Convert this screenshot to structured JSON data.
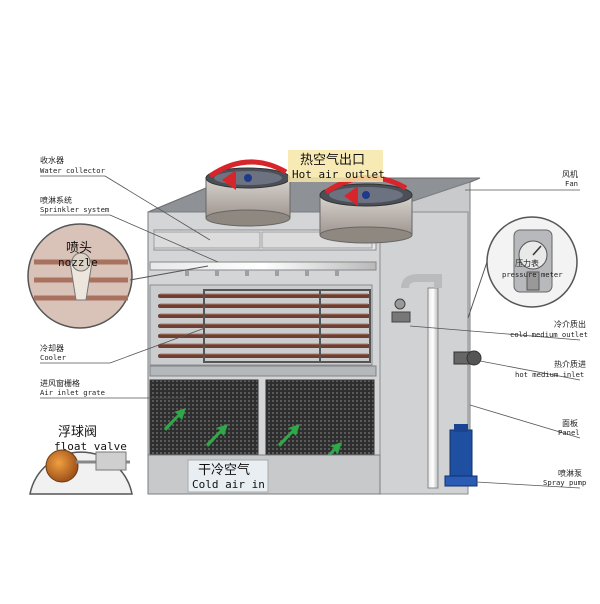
{
  "labels": {
    "water_collector": {
      "cn": "收水器",
      "en": "Water collector"
    },
    "sprinkler_system": {
      "cn": "喷淋系统",
      "en": "Sprinkler system"
    },
    "nozzle": {
      "cn": "喷头",
      "en": "nozzle"
    },
    "cooler": {
      "cn": "冷却器",
      "en": "Cooler"
    },
    "air_inlet_grate": {
      "cn": "进风窗栅格",
      "en": "Air inlet grate"
    },
    "float_valve": {
      "cn": "浮球阀",
      "en": "float valve"
    },
    "hot_air_outlet": {
      "cn": "热空气出口",
      "en": "Hot air outlet"
    },
    "fan": {
      "cn": "风机",
      "en": "Fan"
    },
    "pressure_meter": {
      "cn": "压力表",
      "en": "pressure meter"
    },
    "cold_medium_outlet": {
      "cn": "冷介质出",
      "en": "cold medium outlet"
    },
    "hot_medium_inlet": {
      "cn": "热介质进",
      "en": "hot medium inlet"
    },
    "panel": {
      "cn": "面板",
      "en": "Panel"
    },
    "spray_pump": {
      "cn": "喷淋泵",
      "en": "Spray pump"
    },
    "cold_air_in": {
      "cn": "干冷空气",
      "en": "Cold air in"
    }
  },
  "colors": {
    "casing": "#cfd1d3",
    "casing_dark": "#a7aaad",
    "coil": "#7a4a3c",
    "coil_light": "#b07a68",
    "fan_arrow": "#d7262b",
    "air_arrow": "#2fa84a",
    "pump": "#1f4fa0",
    "grate": "#3b3b3b"
  }
}
